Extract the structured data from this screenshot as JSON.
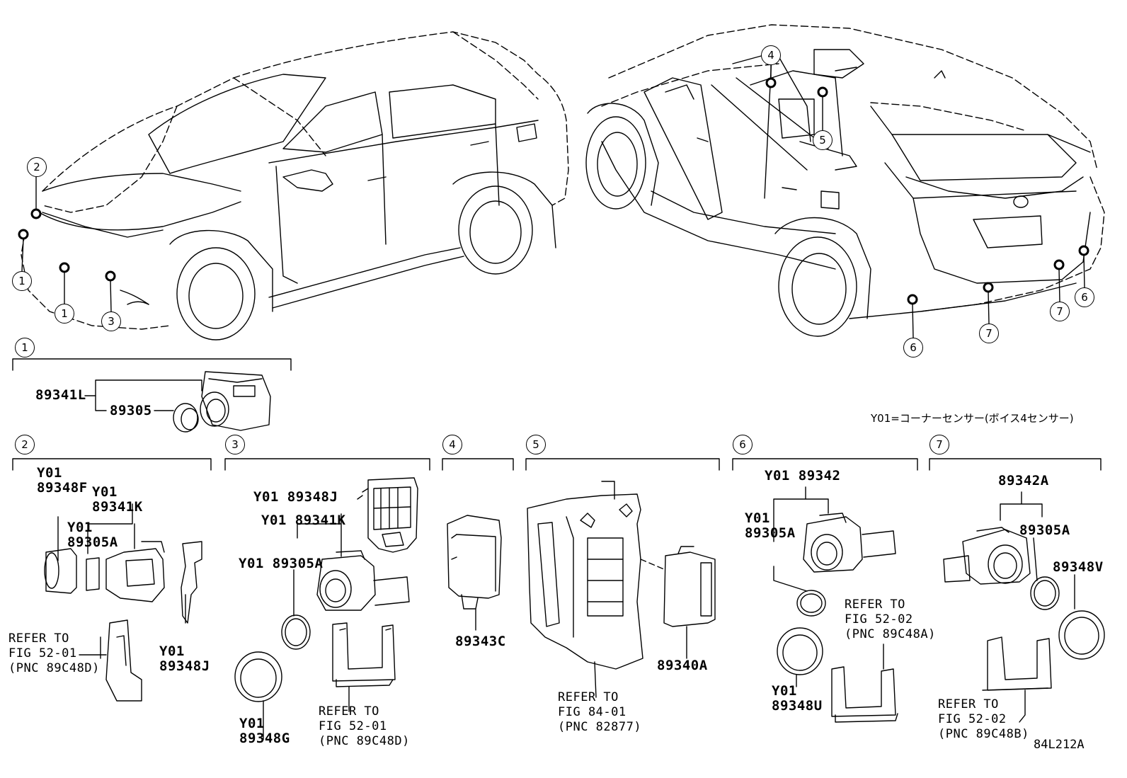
{
  "callouts": {
    "c1a": "1",
    "c1b": "1",
    "c2": "2",
    "c3": "3",
    "c4": "4",
    "c5": "5",
    "c6a": "6",
    "c6b": "6",
    "c7a": "7",
    "c7b": "7",
    "s1": "1",
    "s2": "2",
    "s3": "3",
    "s4": "4",
    "s5": "5",
    "s6": "6",
    "s7": "7"
  },
  "legend": "Y01=コーナーセンサー(ボイス4センサー)",
  "figure_id": "84L212A",
  "sec1": {
    "p1": "89341L",
    "p2": "89305"
  },
  "sec2": {
    "a_y": "Y01",
    "a_pn": "89348F",
    "b_y": "Y01",
    "b_pn": "89341K",
    "c_y": "Y01",
    "c_pn": "89305A",
    "d_y": "Y01",
    "d_pn": "89348J",
    "ref1": "REFER TO",
    "ref2": "FIG 52-01",
    "ref3": "(PNC 89C48D)"
  },
  "sec3": {
    "a": "Y01 89348J",
    "b": "Y01 89341K",
    "c": "Y01 89305A",
    "d_y": "Y01",
    "d_pn": "89348G",
    "ref1": "REFER TO",
    "ref2": "FIG 52-01",
    "ref3": "(PNC 89C48D)"
  },
  "sec4": {
    "p1": "89343C"
  },
  "sec5": {
    "p1": "89340A",
    "ref1": "REFER TO",
    "ref2": "FIG 84-01",
    "ref3": "(PNC 82877)"
  },
  "sec6": {
    "a": "Y01 89342",
    "b_y": "Y01",
    "b_pn": "89305A",
    "c_y": "Y01",
    "c_pn": "89348U",
    "ref1": "REFER TO",
    "ref2": "FIG 52-02",
    "ref3": "(PNC 89C48A)"
  },
  "sec7": {
    "a": "89342A",
    "b": "89305A",
    "c": "89348V",
    "ref1": "REFER TO",
    "ref2": "FIG 52-02",
    "ref3": "(PNC 89C48B)"
  }
}
